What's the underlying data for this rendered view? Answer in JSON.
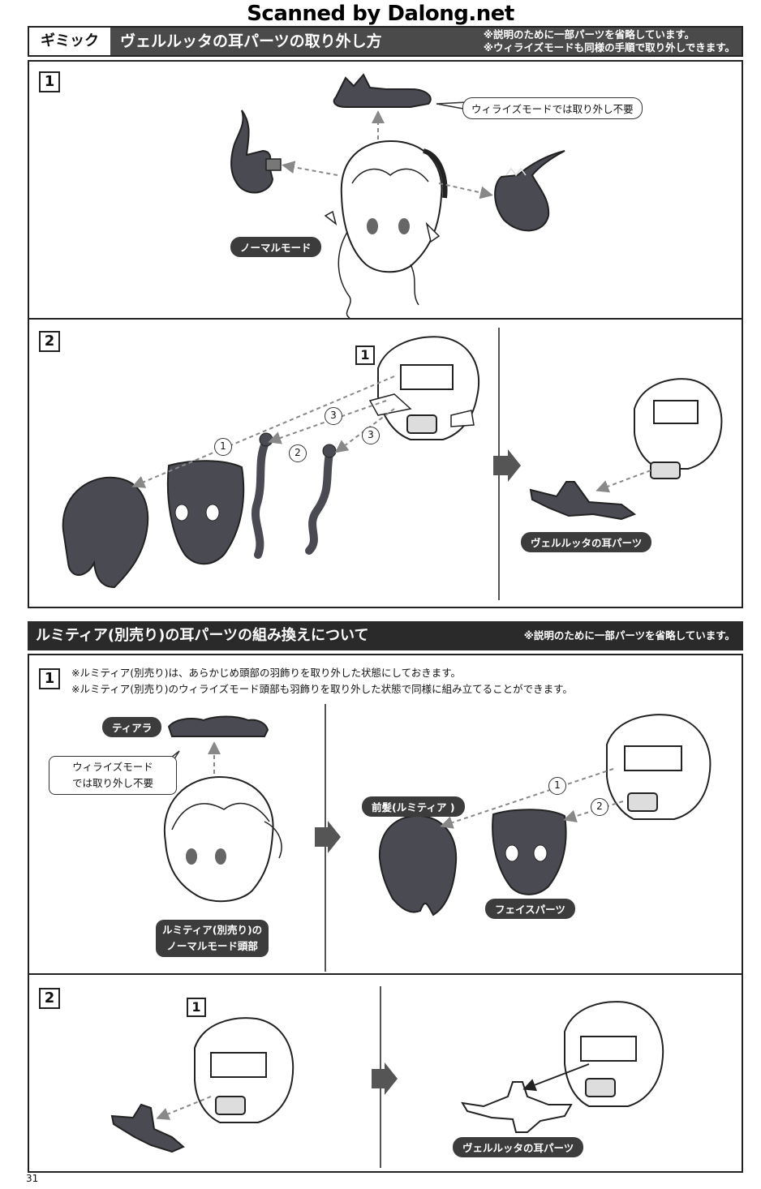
{
  "watermark": "Scanned by Dalong.net",
  "gimmick": {
    "tag": "ギミック",
    "title": "ヴェルルッタの耳パーツの取り外し方",
    "notes": [
      "※説明のために一部パーツを省略しています。",
      "※ウィライズモードも同様の手順で取り外しできます。"
    ],
    "step1": {
      "num": "1",
      "callout": "ウィライズモードでは取り外し不要",
      "label": "ノーマルモード"
    },
    "step2": {
      "num": "2",
      "markers": [
        "1",
        "1",
        "2",
        "3",
        "3"
      ],
      "label": "ヴェルルッタの耳パーツ"
    }
  },
  "lumitia": {
    "title": "ルミティア(別売り)の耳パーツの組み換えについて",
    "note": "※説明のために一部パーツを省略しています。",
    "step1": {
      "num": "1",
      "notes": [
        "※ルミティア(別売り)は、あらかじめ頭部の羽飾りを取り外した状態にしておきます。",
        "※ルミティア(別売り)のウィライズモード頭部も羽飾りを取り外した状態で同様に組み立てることができます。"
      ],
      "tiara": "ティアラ",
      "callout_lines": [
        "ウィライズモード",
        "では取り外し不要"
      ],
      "head_label_lines": [
        "ルミティア(別売り)の",
        "ノーマルモード頭部"
      ],
      "bangs_label": "前髪(ルミティア )",
      "face_label": "フェイスパーツ",
      "markers": [
        "1",
        "2"
      ]
    },
    "step2": {
      "num": "2",
      "marker": "1",
      "label": "ヴェルルッタの耳パーツ"
    }
  },
  "page_number": "31",
  "colors": {
    "dark": "#3c3c3c",
    "part_fill": "#4a4a52",
    "line": "#222222"
  }
}
